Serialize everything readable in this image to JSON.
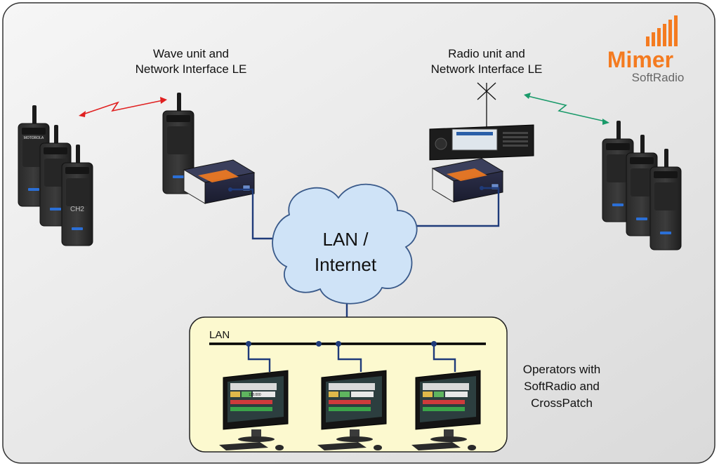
{
  "labels": {
    "wave_line1": "Wave unit and",
    "wave_line2": "Network Interface LE",
    "radio_line1": "Radio unit and",
    "radio_line2": "Network Interface LE",
    "cloud_line1": "LAN /",
    "cloud_line2": "Internet",
    "lan": "LAN",
    "operators_line1": "Operators with",
    "operators_line2": "SoftRadio and",
    "operators_line3": "CrossPatch"
  },
  "logo": {
    "brand": "Mimer",
    "product": "SoftRadio",
    "color": "#f47b20"
  },
  "devices": {
    "radio_brand": "MOTOROLA",
    "channel_text": "CH2",
    "console_display": "118.000"
  },
  "colors": {
    "link_left": "#e02020",
    "link_right": "#1a9a6a",
    "network_line": "#1f3b7a",
    "cloud_fill": "#cfe3f7",
    "cloud_stroke": "#3a5a8a",
    "operator_panel": "#fcf9cf"
  },
  "icons": [
    "motorola-radio-icon",
    "network-interface-box-icon",
    "mobile-radio-icon",
    "antenna-icon",
    "cloud-icon",
    "operator-console-icon",
    "logo-bars-icon"
  ]
}
